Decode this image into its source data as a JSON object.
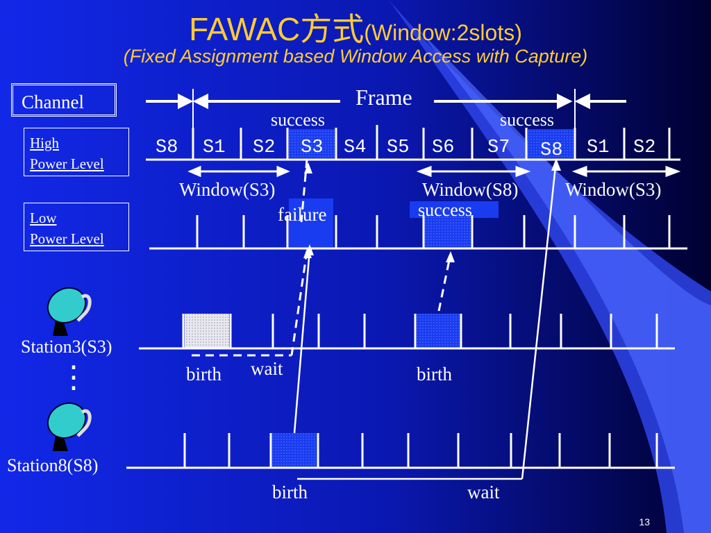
{
  "title": {
    "main": "FAWAC方式",
    "suffix": "(Window:2slots)"
  },
  "subtitle": "(Fixed Assignment based Window Access with Capture)",
  "channel_label": "Channel",
  "high_level": {
    "line1": "High",
    "line2": "Power Level"
  },
  "low_level": {
    "line1": "Low",
    "line2": "Power Level"
  },
  "frame_label": "Frame",
  "slots": [
    "S8",
    "S1",
    "S2",
    "S3",
    "S4",
    "S5",
    "S6",
    "S7",
    "S8",
    "S1",
    "S2"
  ],
  "success_labels": [
    "success",
    "success"
  ],
  "windows": [
    "Window(S3)",
    "Window(S8)",
    "Window(S3)"
  ],
  "failure_label": "failure",
  "low_success_label": "success",
  "stations": [
    "Station3(S3)",
    "Station8(S8)"
  ],
  "birth_labels": [
    "birth",
    "birth",
    "birth"
  ],
  "wait_labels": [
    "wait",
    "wait"
  ],
  "ellipsis": "⋮",
  "page_number": "13",
  "colors": {
    "title": "#FFCC33",
    "background_dark": "#000040",
    "background_blue": "#1020E0",
    "swoosh": "#3A55F0",
    "text": "#FFFFFF"
  }
}
